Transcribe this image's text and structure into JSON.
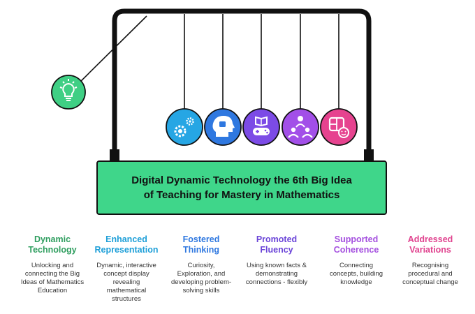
{
  "banner": {
    "line1": "Digital Dynamic Technology the 6th Big Idea",
    "line2": "of Teaching for Mastery in Mathematics"
  },
  "swing_icon": {
    "icon": "lightbulb-icon",
    "color": "#3fcf84"
  },
  "balls": [
    {
      "icon": "gears-icon",
      "color": "#26a6e4"
    },
    {
      "icon": "head-puzzle-icon",
      "color": "#2f78e0"
    },
    {
      "icon": "book-gamepad-icon",
      "color": "#7c4be6"
    },
    {
      "icon": "people-network-icon",
      "color": "#a24fe8"
    },
    {
      "icon": "puzzle-emoji-icon",
      "color": "#e6438f"
    }
  ],
  "columns": [
    {
      "title_1": "Dynamic",
      "title_2": "Technology",
      "color": "#2f9e5f",
      "desc": [
        "Unlocking and",
        "connecting the Big",
        "Ideas of Mathematics",
        "Education"
      ]
    },
    {
      "title_1": "Enhanced",
      "title_2": "Representation",
      "color": "#1e9fd8",
      "desc": [
        "Dynamic, interactive",
        "concept display",
        "revealing",
        "mathematical",
        "structures"
      ]
    },
    {
      "title_1": "Fostered",
      "title_2": "Thinking",
      "color": "#2f78e0",
      "desc": [
        "Curiosity,",
        "Exploration, and",
        "developing problem-",
        "solving skills"
      ]
    },
    {
      "title_1": "Promoted",
      "title_2": "Fluency",
      "color": "#6b45d8",
      "desc": [
        "Using known facts &",
        "demonstrating",
        "connections - flexibly"
      ]
    },
    {
      "title_1": "Supported",
      "title_2": "Coherence",
      "color": "#a44fdf",
      "desc": [
        "Connecting",
        "concepts, building",
        "knowledge"
      ]
    },
    {
      "title_1": "Addressed",
      "title_2": "Variations",
      "color": "#e0428e",
      "desc": [
        "Recognising",
        "procedural and",
        "conceptual change"
      ]
    }
  ]
}
